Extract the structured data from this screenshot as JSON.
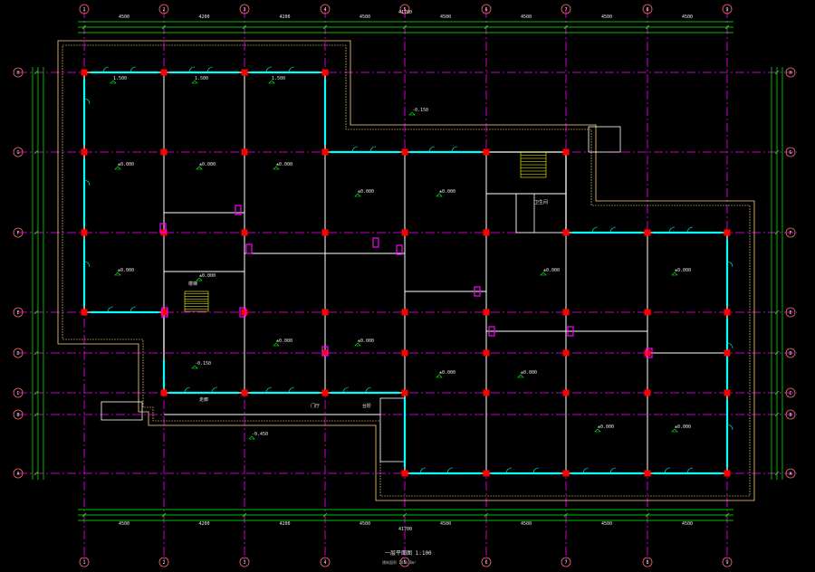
{
  "drawing": {
    "colors": {
      "background": "#000000",
      "grid_axis": "#ff00ff",
      "column": "#ff0000",
      "wall": "#ffffff",
      "window": "#00ffff",
      "door": "#00ffff",
      "dimension": "#00ff00",
      "outline": "#ffd27f",
      "stair": "#ffff00",
      "text": "#e8e8e8"
    },
    "columns_axes": [
      "1",
      "2",
      "3",
      "4",
      "5",
      "6",
      "7",
      "8",
      "9"
    ],
    "row_axes": [
      "H",
      "G",
      "F",
      "E",
      "D",
      "C",
      "B",
      "A"
    ],
    "overall_dimension": "41700",
    "top_spacing": [
      "4500",
      "4200",
      "4200",
      "4500",
      "4500",
      "4500",
      "4500",
      "4500"
    ],
    "title": "一层平面图 1:100",
    "subtitle": "建筑面积 1834.8m²",
    "room_labels": [
      "1.500",
      "1.500",
      "1.500",
      "±0.000",
      "±0.000",
      "±0.000",
      "±0.000",
      "±0.000",
      "±0.000",
      "±0.000",
      "±0.000",
      "±0.000",
      "±0.000",
      "±0.000",
      "±0.000",
      "±0.000",
      "±0.000",
      "±0.000",
      "-0.150",
      "-0.150",
      "-0.450"
    ],
    "annotations": [
      "门厅",
      "台阶",
      "走廊",
      "楼梯",
      "卫生间"
    ]
  }
}
